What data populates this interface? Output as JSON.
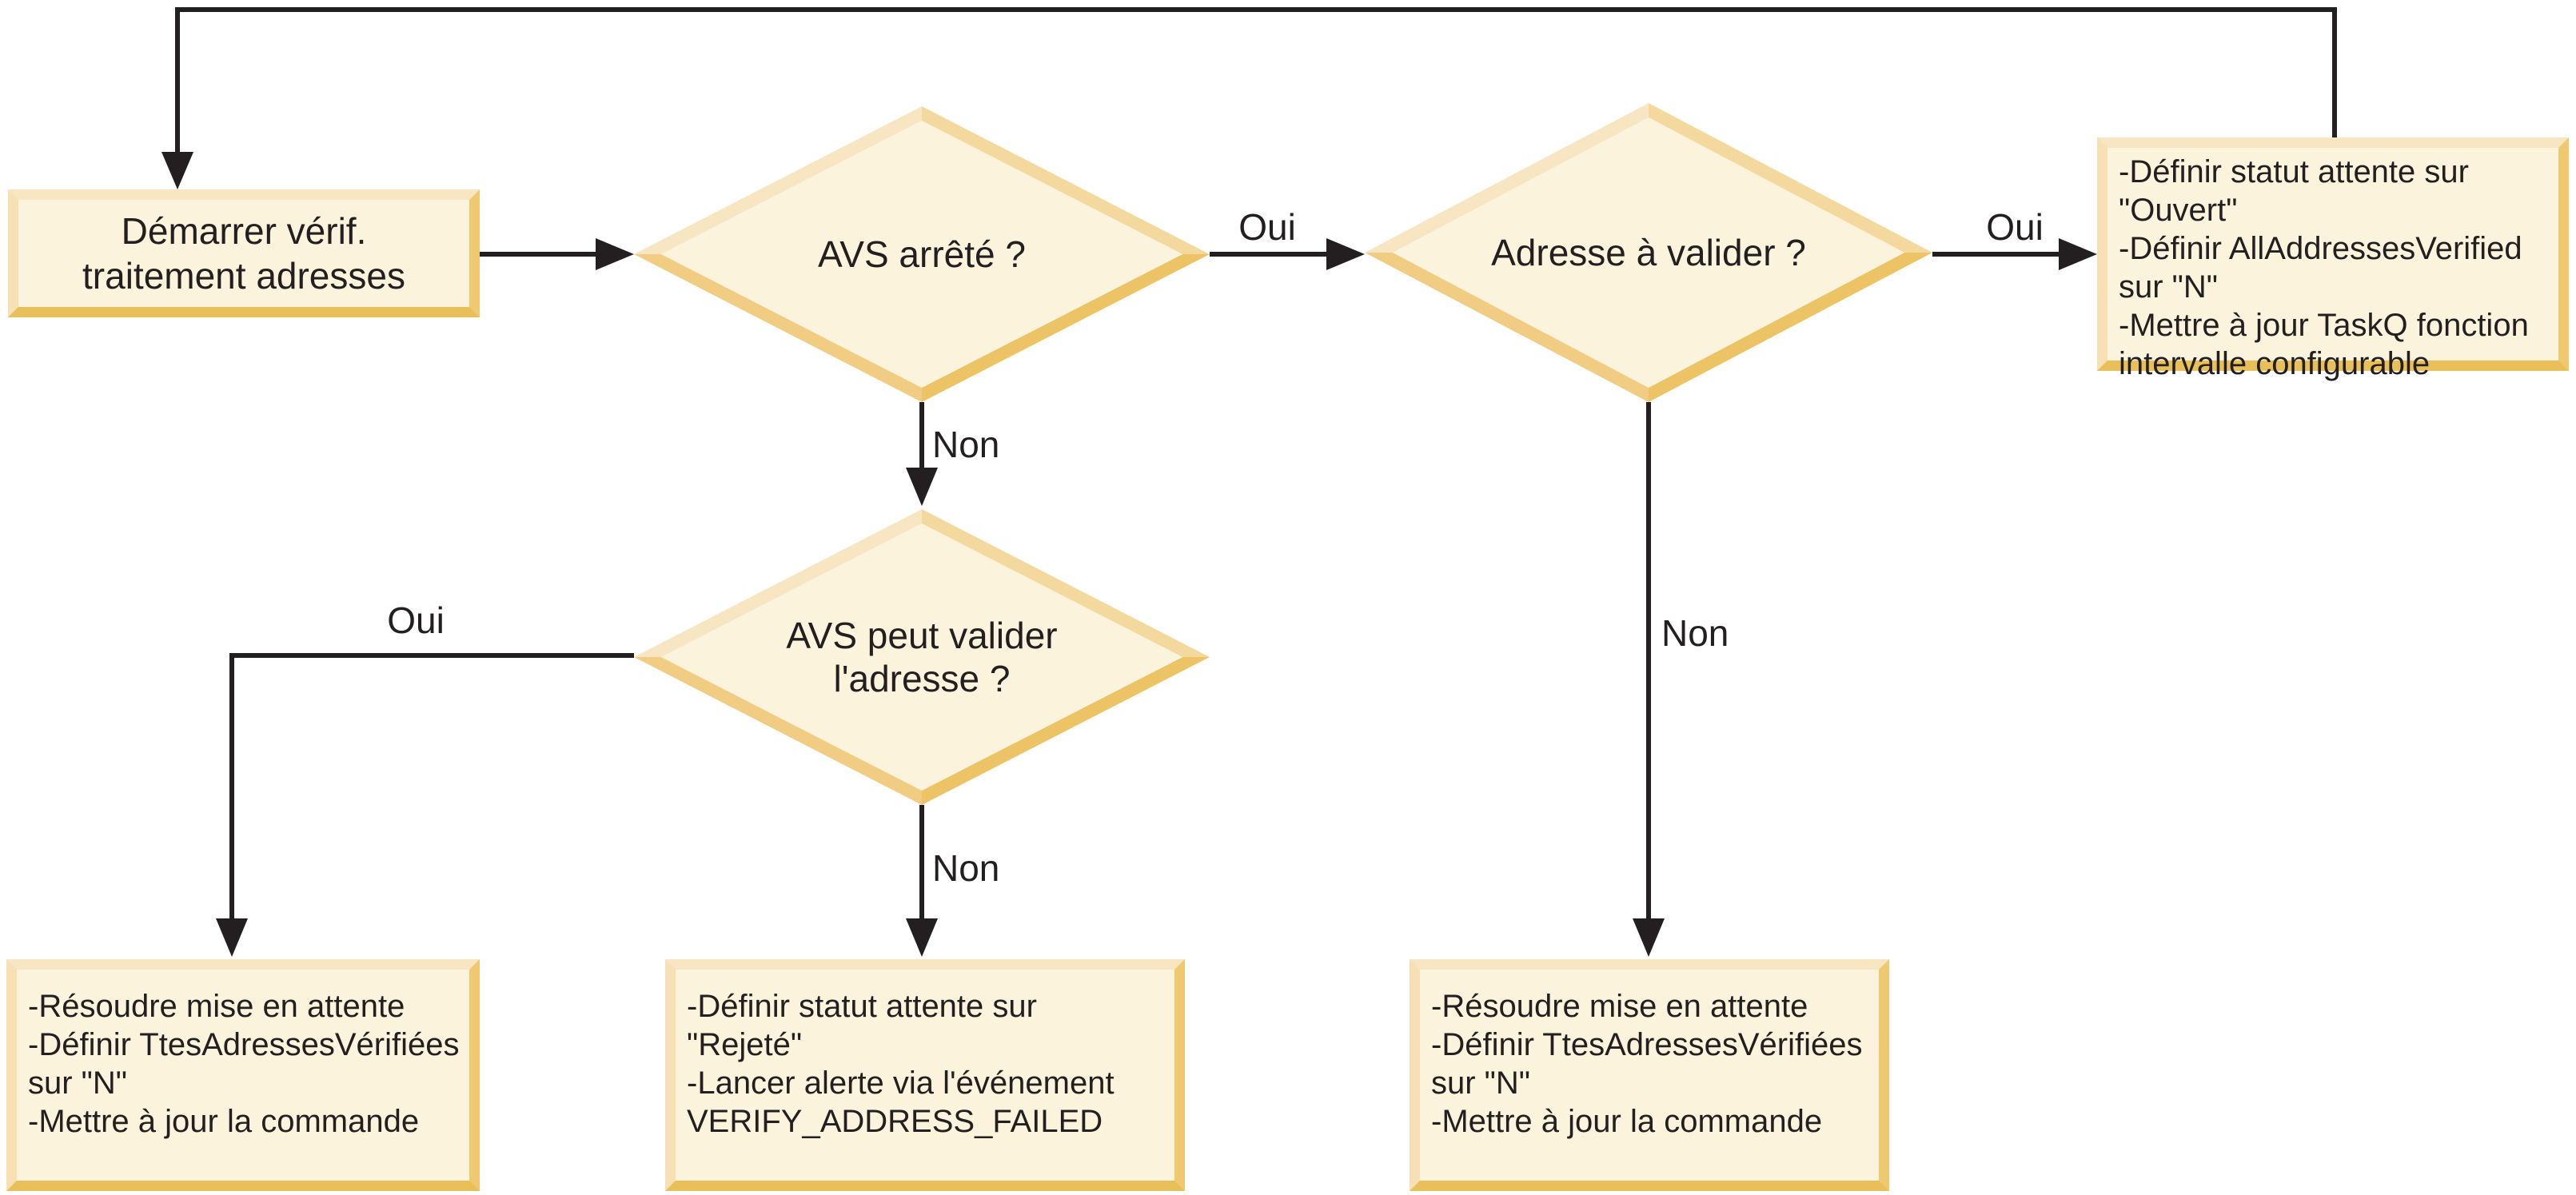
{
  "colors": {
    "node_fill": "#FCF3DD",
    "bevel_light": "#F8E6C2",
    "bevel_medium": "#F4D99E",
    "bevel_dark": "#ECC466",
    "bevel_medium_dark": "#F0CD82",
    "connector": "#231F20",
    "text": "#231F20",
    "background": "#FFFFFF"
  },
  "flowchart": {
    "start": {
      "lines": [
        "Démarrer vérif.",
        "traitement adresses"
      ]
    },
    "decisions": {
      "avs_stopped": {
        "label": "AVS arrêté ?"
      },
      "address_to_validate": {
        "label": "Adresse à valider ?"
      },
      "avs_can_validate": {
        "lines": [
          "AVS peut valider",
          "l'adresse ?"
        ]
      }
    },
    "actions": {
      "set_status_open": {
        "lines": [
          "-Définir statut attente sur",
          "\"Ouvert\"",
          "-Définir AllAddressesVerified",
          "sur \"N\"",
          "-Mettre à jour TaskQ fonction",
          "intervalle configurable"
        ]
      },
      "resolve_hold_left": {
        "lines": [
          "-Résoudre mise en attente",
          "-Définir TtesAdressesVérifiées",
          "sur \"N\"",
          "-Mettre à jour la commande"
        ]
      },
      "set_status_rejected": {
        "lines": [
          "-Définir statut attente sur",
          "\"Rejeté\"",
          "-Lancer alerte via l'événement",
          "VERIFY_ADDRESS_FAILED"
        ]
      },
      "resolve_hold_right": {
        "lines": [
          "-Résoudre mise en attente",
          "-Définir TtesAdressesVérifiées",
          "sur \"N\"",
          "-Mettre à jour la commande"
        ]
      }
    },
    "edge_labels": {
      "oui_avs_stopped": "Oui",
      "oui_address_to_validate": "Oui",
      "oui_avs_can_validate": "Oui",
      "non_avs_stopped": "Non",
      "non_avs_can_validate": "Non",
      "non_address_to_validate": "Non"
    }
  }
}
